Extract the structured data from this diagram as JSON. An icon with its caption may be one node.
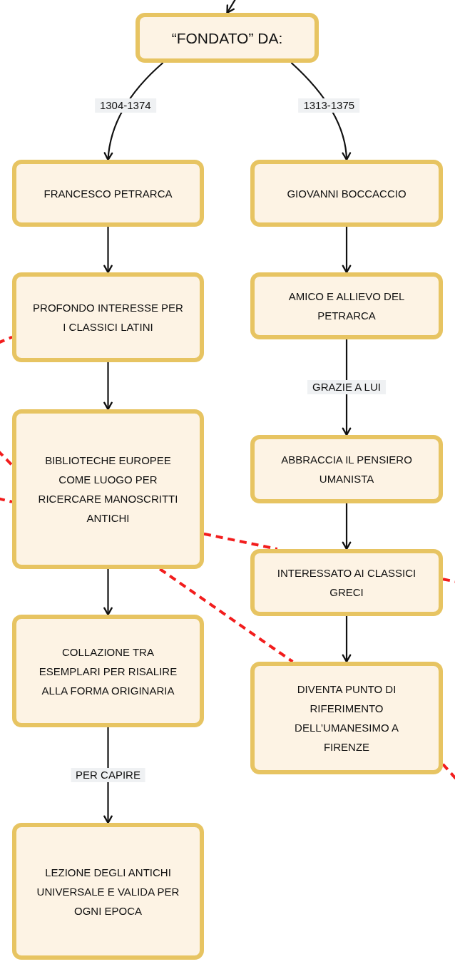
{
  "diagram": {
    "nodes": [
      {
        "text": [
          "“FONDATO” DA:"
        ]
      },
      {
        "text": [
          "FRANCESCO PETRARCA"
        ]
      },
      {
        "text": [
          "GIOVANNI BOCCACCIO"
        ]
      },
      {
        "text": [
          "PROFONDO INTERESSE PER I CLASSICI LATINI"
        ]
      },
      {
        "text": [
          "AMICO E ALLIEVO DEL PETRARCA"
        ]
      },
      {
        "text": [
          "BIBLIOTECHE EUROPEE COME LUOGO PER RICERCARE MANOSCRITTI ANTICHI"
        ]
      },
      {
        "text": [
          "ABBRACCIA IL PENSIERO UMANISTA"
        ]
      },
      {
        "text": [
          "INTERESSATO AI CLASSICI GRECI"
        ]
      },
      {
        "text": [
          "COLLAZIONE TRA ESEMPLARI PER RISALIRE ALLA FORMA ORIGINARIA"
        ]
      },
      {
        "text": [
          "DIVENTA PUNTO DI RIFERIMENTO DELL’UMANESIMO A FIRENZE"
        ]
      },
      {
        "text": [
          "LEZIONE DEGLI ANTICHI UNIVERSALE E VALIDA PER OGNI EPOCA"
        ]
      }
    ],
    "edges": [
      {
        "from": null,
        "to": 0,
        "arrow": "to"
      },
      {
        "from": 0,
        "to": 1,
        "arrow": "to",
        "label": "1304-1374"
      },
      {
        "from": 0,
        "to": 2,
        "arrow": "to",
        "label": "1313-1375"
      },
      {
        "from": 1,
        "to": 3,
        "arrow": "to"
      },
      {
        "from": 3,
        "to": 5,
        "arrow": "to"
      },
      {
        "from": 5,
        "to": 8,
        "arrow": "to"
      },
      {
        "from": 8,
        "to": 10,
        "arrow": "to",
        "label": "PER CAPIRE"
      },
      {
        "from": 2,
        "to": 4,
        "arrow": "to"
      },
      {
        "from": 4,
        "to": 6,
        "arrow": "to",
        "label": "GRAZIE A LUI"
      },
      {
        "from": 6,
        "to": 7,
        "arrow": "to"
      },
      {
        "from": 7,
        "to": 9,
        "arrow": "to"
      },
      {
        "from": null,
        "to": 3,
        "arrow": "none",
        "style": "dashed",
        "color": "#f21d1d"
      },
      {
        "from": null,
        "to": 5,
        "arrow": "none",
        "style": "dashed",
        "color": "#f21d1d"
      },
      {
        "from": null,
        "to": 5,
        "arrow": "none",
        "style": "dashed",
        "color": "#f21d1d"
      },
      {
        "from": 5,
        "to": 7,
        "arrow": "none",
        "style": "dashed",
        "color": "#f21d1d"
      },
      {
        "from": 5,
        "to": 9,
        "arrow": "none",
        "style": "dashed",
        "color": "#f21d1d"
      },
      {
        "from": 7,
        "to": null,
        "arrow": "none",
        "style": "dashed",
        "color": "#f21d1d"
      },
      {
        "from": 9,
        "to": null,
        "arrow": "none",
        "style": "dashed",
        "color": "#f21d1d"
      }
    ]
  }
}
